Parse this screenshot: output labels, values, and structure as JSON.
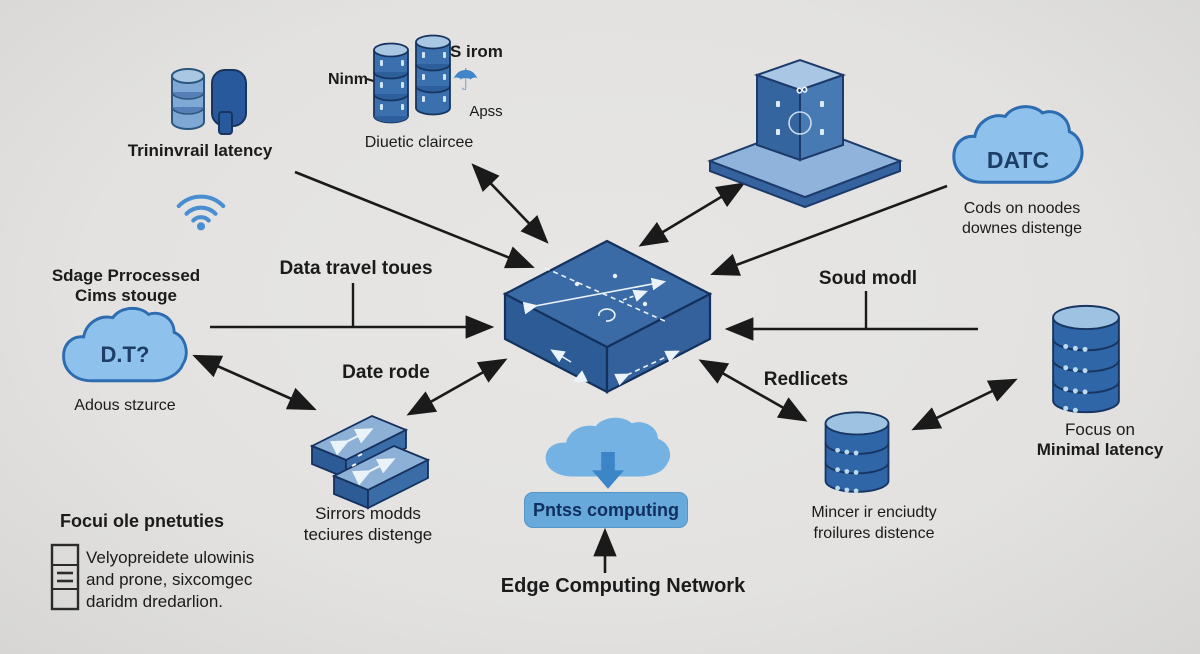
{
  "diagram_title": "Edge Computing Network",
  "colors": {
    "background": "#e3e2e0",
    "node_blue": "#3b6ba6",
    "cloud_blue": "#8ec2ec",
    "accent_navy": "#1d3e66",
    "text": "#1b1b1b",
    "button_fill": "#67a9da"
  },
  "icons": {
    "infinity": "∞",
    "umbrella": "☂"
  },
  "nodes": {
    "storage_latency": {
      "label": "Trininvrail latency"
    },
    "db_towers": {
      "pointer_label": "Ninm",
      "top_label": "S irom",
      "umbrella_label": "Apss",
      "caption": "Diuetic claircee"
    },
    "cloud_datc": {
      "label": "DATC",
      "caption1": "Cods on noodes",
      "caption2": "downes distenge"
    },
    "cloud_dt": {
      "heading1": "Sdage Prrocessed",
      "heading2": "Cims stouge",
      "label": "D.T?",
      "caption": "Adous stzurce"
    },
    "modules": {
      "caption1": "Sirrors modds",
      "caption2": "teciures distenge"
    },
    "edge_cloud": {
      "button_label": "Pntss computing",
      "title": "Edge Computing Network"
    },
    "db_mincer": {
      "caption1": "Mincer ir enciudty",
      "caption2": "froilures distence"
    },
    "db_focus": {
      "caption1": "Focus on",
      "caption2": "Minimal latency"
    },
    "notes": {
      "heading": "Focui ole pnetuties",
      "line1": "Velyopreidete ulowinis",
      "line2": "and prone, sixcomgec",
      "line3": "daridm dredarlion."
    }
  },
  "edge_labels": {
    "data_travel": "Data travel toues",
    "date_rode": "Date rode",
    "soud_modl": "Soud modl",
    "redlicets": "Redlicets"
  }
}
